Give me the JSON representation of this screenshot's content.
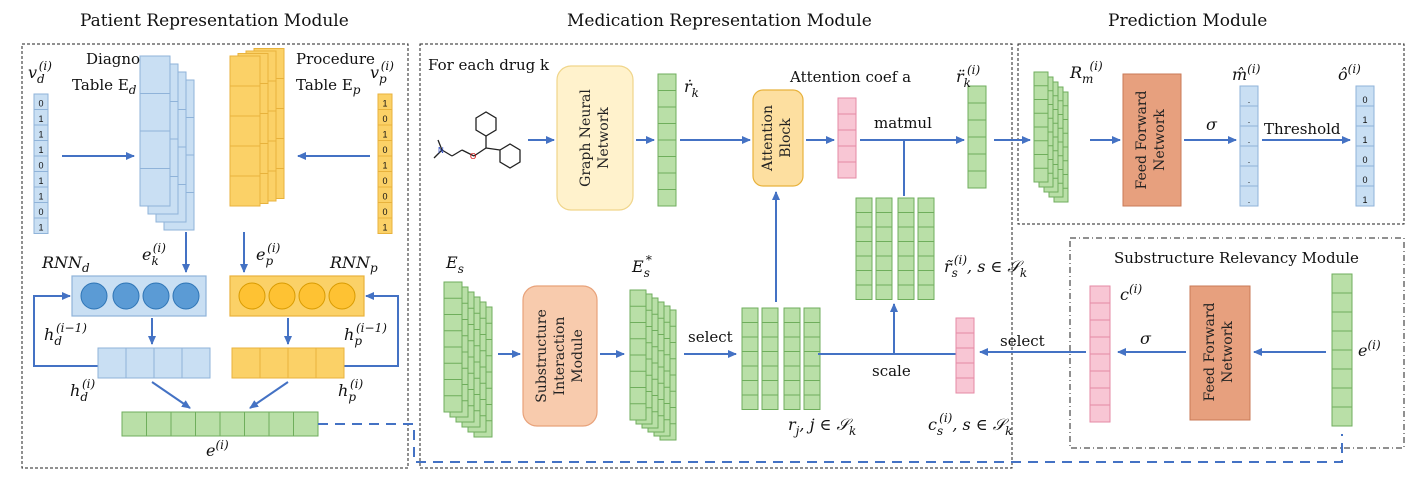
{
  "modules": {
    "patient_title": "Patient Representation Module",
    "medication_title": "Medication Representation Module",
    "prediction_title": "Prediction Module",
    "substructure_relevancy_title": "Substructure Relevancy Module"
  },
  "patient": {
    "diagnose_label_1": "Diagnose",
    "diagnose_label_2": "Table E",
    "diagnose_sub": "d",
    "procedure_label_1": "Procedure",
    "procedure_label_2": "Table E",
    "procedure_sub": "p",
    "vd": "v",
    "vd_sub": "d",
    "vp": "v",
    "vp_sub": "p",
    "sup_i": "(i)",
    "sup_i_minus_1": "(i−1)",
    "vd_values": [
      "0",
      "1",
      "1",
      "1",
      "0",
      "1",
      "1",
      "0",
      "1"
    ],
    "vp_values": [
      "1",
      "0",
      "1",
      "0",
      "1",
      "0",
      "0",
      "0",
      "1"
    ],
    "ed": "e",
    "ep": "e",
    "rnn_d": "RNN",
    "rnn_p": "RNN",
    "hd_prev": "h",
    "hp_prev": "h",
    "hd": "h",
    "hp": "h",
    "e_out": "e"
  },
  "medication": {
    "for_each": "For each drug k",
    "gnn_box": "Graph Neural Network",
    "r_dot": "ṙ",
    "r_dot_sub": "k",
    "attention_coef": "Attention coef a",
    "attention_box": "Attention Block",
    "matmul": "matmul",
    "r_ddot": "r̈",
    "r_ddot_sub": "k",
    "es": "E",
    "es_sub": "s",
    "es_star": "E",
    "es_star_sub": "s",
    "es_star_sup": "*",
    "sim_box": "Substructure Interaction Module",
    "select_1": "select",
    "scale": "scale",
    "rj_label": "r",
    "rj_sub": "j",
    "rj_rest": ", j ∈ 𝒮",
    "rj_rest_sub": "k",
    "rs_tilde": "r̃",
    "rs_sub": "s",
    "rs_rest": ", s ∈ 𝒮",
    "rs_rest_sub": "k",
    "cs": "c",
    "cs_sub": "s",
    "cs_rest": ", s ∈ 𝒮",
    "cs_rest_sub": "k"
  },
  "prediction": {
    "rm": "R",
    "rm_sub": "m",
    "ffn_box": "Feed Forward Network",
    "sigma": "σ",
    "m_hat": "m̂",
    "m_values": [
      ".",
      ".",
      ".",
      ".",
      ".",
      "."
    ],
    "threshold": "Threshold",
    "o_hat": "ô",
    "o_values": [
      "0",
      "1",
      "1",
      "0",
      "0",
      "1"
    ]
  },
  "relevancy": {
    "c": "c",
    "sigma": "σ",
    "ffn_box": "Feed Forward Network",
    "select": "select",
    "e": "e"
  },
  "colors": {
    "blue_fill": "#c9dff3",
    "blue_stroke": "#8fb3d9",
    "orange_fill": "#fbd167",
    "orange_stroke": "#e8b23c",
    "green_fill": "#b9dfa7",
    "green_stroke": "#6fae5c",
    "pink_fill": "#f8c6d4",
    "pink_stroke": "#e58aa5",
    "arrow": "#4472c4",
    "gnn_fill": "#fff2cc",
    "att_fill": "#fddfa0",
    "sim_fill": "#f8cbad",
    "ffn_fill": "#e7a07e"
  }
}
